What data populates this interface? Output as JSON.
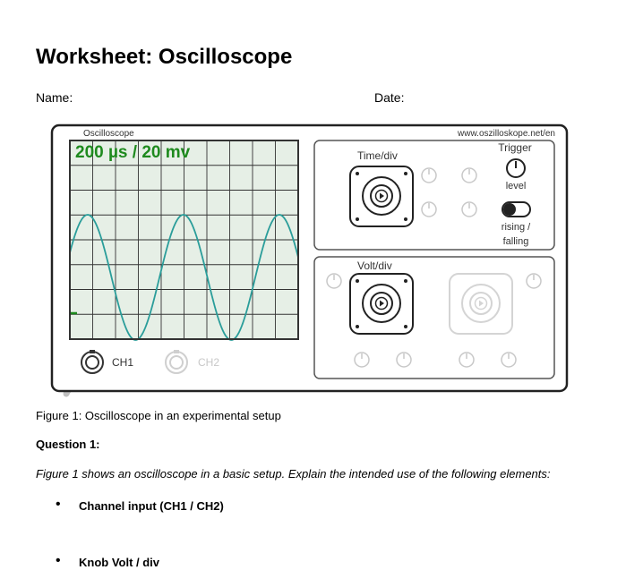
{
  "worksheet": {
    "title": "Worksheet: Oscilloscope",
    "name_label": "Name:",
    "date_label": "Date:"
  },
  "oscilloscope": {
    "label": "Oscilloscope",
    "website": "www.oszilloskope.net/en",
    "display_reading": "200 µs / 20 mv",
    "time_div_label": "Time/div",
    "volt_div_label": "Volt/div",
    "trigger_label": "Trigger",
    "level_label": "level",
    "edge_label_1": "rising /",
    "edge_label_2": "falling",
    "ch1_label": "CH1",
    "ch2_label": "CH2",
    "colors": {
      "screen_bg": "#e6efe6",
      "grid": "#333333",
      "trace": "#2a9d9a",
      "reading": "#1e8a1e",
      "disabled": "#c8c8c8"
    }
  },
  "content": {
    "caption": "Figure 1: Oscilloscope in an experimental setup",
    "question_label": "Question 1:",
    "question_text": "Figure 1 shows an oscilloscope in a basic setup. Explain the intended use of the following elements:",
    "bullets": [
      "Channel input (CH1 / CH2)",
      "Knob Volt / div"
    ]
  }
}
